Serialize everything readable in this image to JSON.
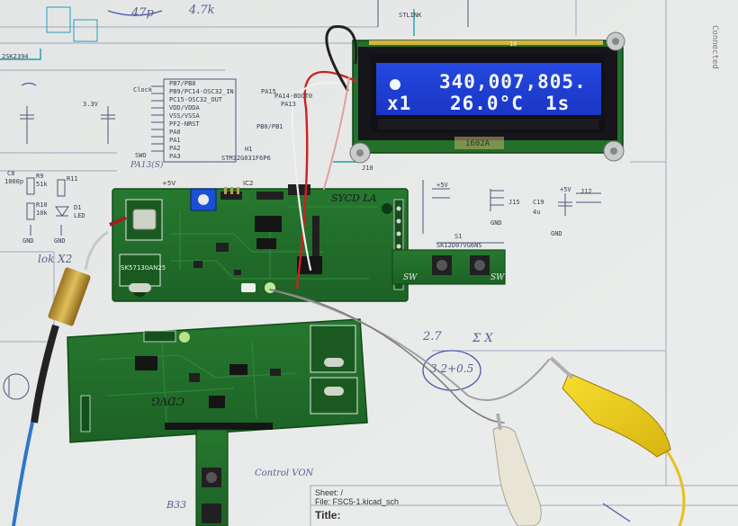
{
  "lcd": {
    "line1": "340,007,805.",
    "line2_mult": "x1",
    "line2_temp": "26.0°C",
    "line2_gate": "1s",
    "module_label": "1602A",
    "pin_label": "16"
  },
  "schematic": {
    "mcu_ref": "H1",
    "mcu_part": "STM32G031F6P6",
    "mcu_pins": [
      "PB7/PB8",
      "PB9/PC14-OSC32_IN",
      "PC15-OSC32_OUT",
      "VDD/VDDA",
      "VSS/VSSA",
      "PF2-NRST",
      "PA0",
      "PA1",
      "PA2",
      "PA3"
    ],
    "mcu_right_pins": [
      "PA15",
      "PA14-BOOT0",
      "PA13",
      "PB0/PB1"
    ],
    "clock_label": "Clock",
    "swo_label": "SWO",
    "swo_net": "PA13(S)",
    "v33": "3.3V",
    "c8": "C8",
    "c8_val": "1000p",
    "r9": "R9",
    "r9_val": "51k",
    "r11": "R11",
    "r10": "R10",
    "r10_val": "10k",
    "d1": "D1",
    "d1_val": "LED",
    "gnd": "GND",
    "j15": "J15",
    "j12": "J12",
    "c19": "C19",
    "c19_val": "4u",
    "plus5v": "+5V",
    "s1": "S1",
    "s1_part": "SK12D07VG6NS",
    "stlink": "STLINK",
    "j10": "J10",
    "r47": "47p",
    "r4k7": "4.7k",
    "part_2sk": "2SK2394",
    "sheet_label": "Sheet: /",
    "file_label": "File: FSC5-1.kicad_sch",
    "title_label": "Title:",
    "connected": "Connected"
  },
  "pcb": {
    "upper_ic": "IC2",
    "upper_chip": "SK57130AN25",
    "upper_hand": "SYCD LA",
    "sw_label": "SW",
    "lower_hand": "CDVG",
    "plus5v": "+5V"
  },
  "handwriting": {
    "note_2_7": "2.7",
    "note_x": "Σ X",
    "note_circle": "3.2+0.5",
    "note_lok": "lok X2",
    "note_control": "Control VON",
    "note_b33": "B33"
  },
  "colors": {
    "lcd_bg": "#1f3fd8",
    "pcb_green": "#1f6b2a",
    "paper": "#e9ebea",
    "clip_yellow": "#f0d020",
    "clip_white": "#e8e4d6"
  }
}
